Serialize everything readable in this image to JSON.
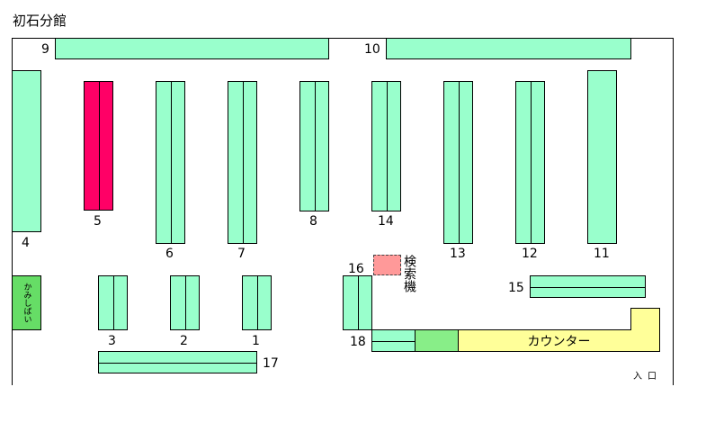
{
  "title": "初石分館",
  "shelves": {
    "s1": "1",
    "s2": "2",
    "s3": "3",
    "s4": "4",
    "s5": "5",
    "s6": "6",
    "s7": "7",
    "s8": "8",
    "s9": "9",
    "s10": "10",
    "s11": "11",
    "s12": "12",
    "s13": "13",
    "s14": "14",
    "s15": "15",
    "s16": "16",
    "s17": "17",
    "s18": "18"
  },
  "kamishibai": "かみしばい",
  "search_terminal": "検索機",
  "counter": "カウンター",
  "entrance": "入口",
  "colors": {
    "shelf": "#99ffcc",
    "highlighted_shelf": "#ff0066",
    "kamishibai": "#66dd66",
    "terminal": "#ff9999",
    "counter": "#ffff99"
  }
}
